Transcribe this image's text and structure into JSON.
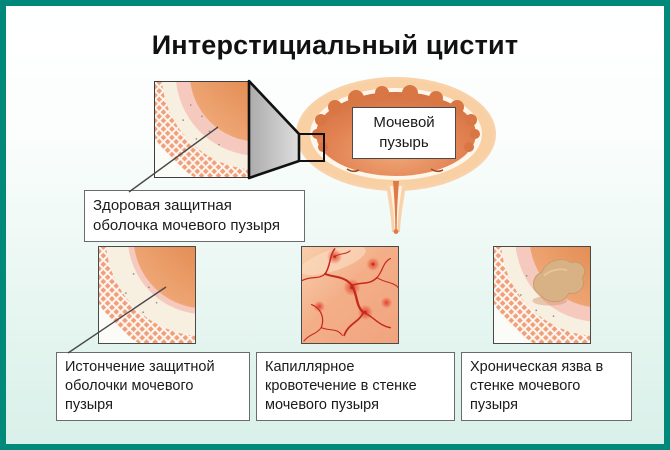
{
  "title": "Интерстициальный цистит",
  "bladder": {
    "label_lines": [
      "Мочевой",
      "пузырь"
    ]
  },
  "healthy_detail": {
    "label_lines": [
      "Здоровая защитная",
      "оболочка мочевого пузыря"
    ]
  },
  "panels": [
    {
      "name": "thinned-protective-layer",
      "label_lines": [
        "Истончение защитной",
        "оболочки мочевого",
        "пузыря"
      ]
    },
    {
      "name": "capillary-bleeding",
      "label_lines": [
        "Капиллярное",
        "кровотечение в стенке",
        "мочевого пузыря"
      ]
    },
    {
      "name": "chronic-ulcer",
      "label_lines": [
        "Хроническая язва в",
        "стенке мочевого",
        "пузыря"
      ]
    }
  ],
  "colors": {
    "frame_border": "#00897B",
    "background_top": "#FFFFFF",
    "background_bottom": "#D9F0E9",
    "bladder_outer_wall": "#F9D2AA",
    "bladder_inner": "#E28253",
    "wall_muscle": "#F0A078",
    "wall_mucosa_pink": "#F6C9BE",
    "capillary_red": "#C52A1E",
    "ulcer_tan": "#D8B184",
    "label_text": "#1A1A1A"
  }
}
